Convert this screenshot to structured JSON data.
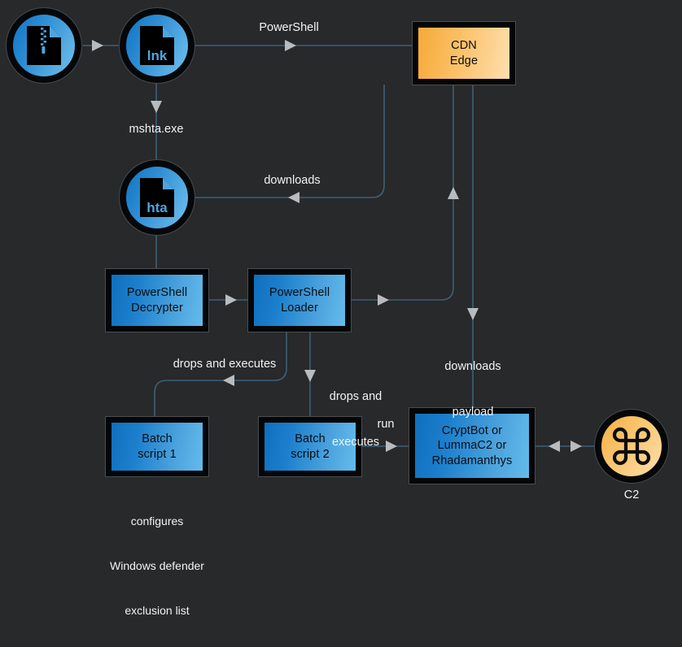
{
  "diagram": {
    "title": "Malware infection chain",
    "background_color": "#27292b",
    "edge_color": "#3f6074",
    "arrow_color": "#b9bcbe",
    "palette": {
      "node_blue_dark": "#0f6fbe",
      "node_blue_light": "#63bbec",
      "node_orange_dark": "#f7a937",
      "node_orange_light": "#fedfae",
      "node_border": "#050607",
      "text_light": "#f2f3f4",
      "text_dark": "#0c0d0e"
    },
    "nodes": [
      {
        "id": "zip",
        "kind": "circle-icon",
        "icon": "zip-file-icon",
        "label": ""
      },
      {
        "id": "lnk",
        "kind": "circle-icon",
        "icon": "lnk-file-icon",
        "label": "lnk"
      },
      {
        "id": "hta",
        "kind": "circle-icon",
        "icon": "hta-file-icon",
        "label": "hta"
      },
      {
        "id": "cdn",
        "kind": "box-orange",
        "label": "CDN\nEdge"
      },
      {
        "id": "psdecrypt",
        "kind": "box-blue",
        "label": "PowerShell\nDecrypter"
      },
      {
        "id": "psloader",
        "kind": "box-blue",
        "label": "PowerShell\nLoader"
      },
      {
        "id": "batch1",
        "kind": "box-blue",
        "label": "Batch\nscript 1"
      },
      {
        "id": "batch2",
        "kind": "box-blue",
        "label": "Batch\nscript 2"
      },
      {
        "id": "malware",
        "kind": "box-blue",
        "label": "CryptBot or\nLummaC2 or\nRhadamanthys"
      },
      {
        "id": "c2",
        "kind": "circle-icon",
        "icon": "command-loop-icon",
        "label": "C2"
      }
    ],
    "node_labels": {
      "lnk": "lnk",
      "hta": "hta",
      "cdn_line1": "CDN",
      "cdn_line2": "Edge",
      "psdecrypt_line1": "PowerShell",
      "psdecrypt_line2": "Decrypter",
      "psloader_line1": "PowerShell",
      "psloader_line2": "Loader",
      "batch1_line1": "Batch",
      "batch1_line2": "script 1",
      "batch2_line1": "Batch",
      "batch2_line2": "script 2",
      "malware_line1": "CryptBot or",
      "malware_line2": "LummaC2 or",
      "malware_line3": "Rhadamanthys",
      "c2": "C2"
    },
    "edge_labels": {
      "powershell": "PowerShell",
      "mshta": "mshta.exe",
      "downloads": "downloads",
      "downloads_payload_line1": "downloads",
      "downloads_payload_line2": "payload",
      "drops_executes_left": "drops and executes",
      "drops_executes_right_line1": "drops and",
      "drops_executes_right_line2": "executes",
      "run": "run"
    },
    "annotations": {
      "batch1_note_line1": "configures",
      "batch1_note_line2": "Windows defender",
      "batch1_note_line3": "exclusion list"
    },
    "edges": [
      {
        "from": "zip",
        "to": "lnk",
        "label": ""
      },
      {
        "from": "lnk",
        "to": "cdn",
        "label": "PowerShell"
      },
      {
        "from": "lnk",
        "to": "hta",
        "label": "mshta.exe"
      },
      {
        "from": "cdn",
        "to": "hta",
        "label": "downloads"
      },
      {
        "from": "hta",
        "to": "psdecrypt",
        "label": ""
      },
      {
        "from": "psdecrypt",
        "to": "psloader",
        "label": ""
      },
      {
        "from": "psloader",
        "to": "cdn",
        "label": ""
      },
      {
        "from": "cdn",
        "to": "malware",
        "label": "downloads payload"
      },
      {
        "from": "psloader",
        "to": "batch1",
        "label": "drops and executes"
      },
      {
        "from": "psloader",
        "to": "batch2",
        "label": "drops and executes"
      },
      {
        "from": "batch2",
        "to": "malware",
        "label": "run"
      },
      {
        "from": "malware",
        "to": "c2",
        "label": "",
        "bidirectional": true
      }
    ]
  }
}
